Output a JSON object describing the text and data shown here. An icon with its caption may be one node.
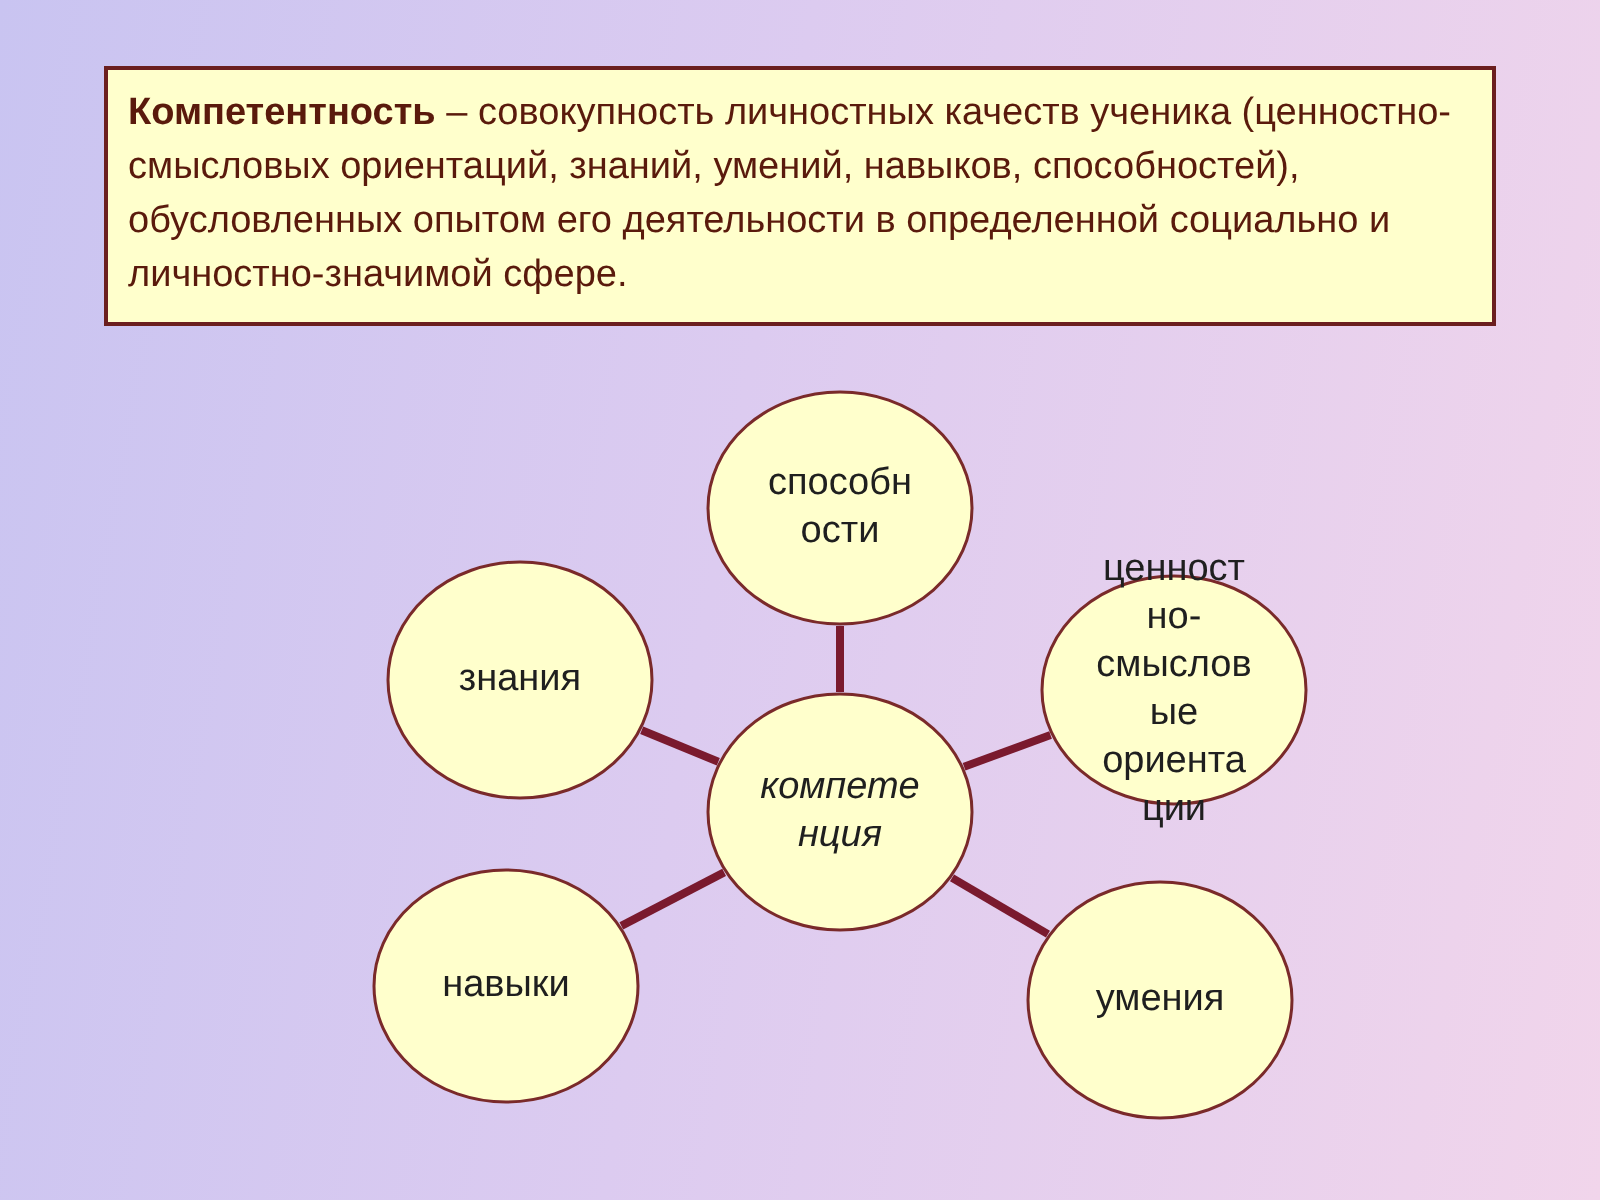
{
  "diagram": {
    "nodes": [
      {
        "text": [
          "**Компетентность** – совокупность личностных качеств ученика (ценностно-смысловых ориентаций, знаний, умений, навыков, способностей), обусловленных опытом его деятельности в определенной социально и личностно-значимой сфере."
        ]
      },
      {
        "text": [
          "способности"
        ]
      },
      {
        "text": [
          "знания"
        ]
      },
      {
        "text": [
          "ценностно-смысловые ориентации"
        ]
      },
      {
        "text": [
          "компетенция"
        ]
      },
      {
        "text": [
          "навыки"
        ]
      },
      {
        "text": [
          "умения"
        ]
      }
    ],
    "edges": [
      {
        "from": 4,
        "to": 1,
        "arrow": "none"
      },
      {
        "from": 4,
        "to": 2,
        "arrow": "none"
      },
      {
        "from": 4,
        "to": 3,
        "arrow": "none"
      },
      {
        "from": 4,
        "to": 5,
        "arrow": "none"
      },
      {
        "from": 4,
        "to": 6,
        "arrow": "none"
      }
    ]
  }
}
